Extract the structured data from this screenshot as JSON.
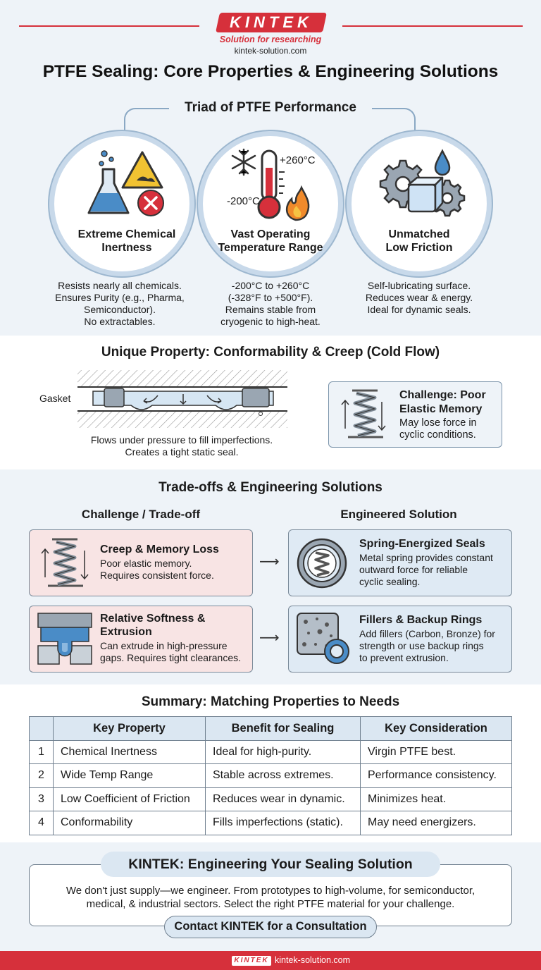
{
  "header": {
    "logo": "KINTEK",
    "tagline": "Solution for researching",
    "site": "kintek-solution.com",
    "title": "PTFE Sealing: Core Properties & Engineering Solutions",
    "accent_color": "#d6303b"
  },
  "triad": {
    "title": "Triad of PTFE Performance",
    "items": [
      {
        "icon": "flask-hazard-icon",
        "label_1": "Extreme Chemical",
        "label_2": "Inertness",
        "desc": [
          "Resists nearly all chemicals.",
          "Ensures Purity (e.g., Pharma,",
          "Semiconductor).",
          "No extractables."
        ]
      },
      {
        "icon": "thermometer-icon",
        "hot": "+260°C",
        "cold": "-200°C",
        "label_1": "Vast Operating",
        "label_2": "Temperature Range",
        "desc": [
          "-200°C to +260°C",
          "(-328°F to +500°F).",
          "Remains stable from",
          "cryogenic to high-heat."
        ]
      },
      {
        "icon": "gears-ice-icon",
        "label_1": "Unmatched",
        "label_2": "Low Friction",
        "desc": [
          "Self-lubricating surface.",
          "Reduces wear & energy.",
          "Ideal for dynamic seals."
        ]
      }
    ]
  },
  "conformability": {
    "title": "Unique Property: Conformability & Creep (Cold Flow)",
    "gasket_label": "Gasket",
    "caption_1": "Flows under pressure to fill imperfections.",
    "caption_2": "Creates a tight static seal.",
    "challenge_title_1": "Challenge: Poor",
    "challenge_title_2": "Elastic Memory",
    "challenge_text_1": "May lose force in",
    "challenge_text_2": "cyclic conditions."
  },
  "tradeoffs": {
    "title": "Trade-offs & Engineering Solutions",
    "col_left": "Challenge / Trade-off",
    "col_right": "Engineered Solution",
    "rows": [
      {
        "challenge_title": "Creep & Memory Loss",
        "challenge_text": [
          "Poor elastic memory.",
          "Requires consistent force."
        ],
        "solution_title": "Spring-Energized Seals",
        "solution_text": [
          "Metal spring provides constant",
          "outward force for reliable",
          "cyclic sealing."
        ]
      },
      {
        "challenge_title": [
          "Relative Softness &",
          "Extrusion"
        ],
        "challenge_text": [
          "Can extrude in high-pressure",
          "gaps. Requires tight clearances."
        ],
        "solution_title": "Fillers & Backup Rings",
        "solution_text": [
          "Add fillers (Carbon, Bronze) for",
          "strength or use backup rings",
          "to prevent extrusion."
        ]
      }
    ]
  },
  "summary": {
    "title": "Summary: Matching Properties to Needs",
    "headers": [
      "Key Property",
      "Benefit for Sealing",
      "Key Consideration"
    ],
    "rows": [
      [
        "1",
        "Chemical Inertness",
        "Ideal for high-purity.",
        "Virgin PTFE best."
      ],
      [
        "2",
        "Wide Temp Range",
        "Stable across extremes.",
        "Performance consistency."
      ],
      [
        "3",
        "Low Coefficient of Friction",
        "Reduces wear in dynamic.",
        "Minimizes heat."
      ],
      [
        "4",
        "Conformability",
        "Fills imperfections (static).",
        "May need energizers."
      ]
    ]
  },
  "cta": {
    "title": "KINTEK: Engineering Your Sealing Solution",
    "text_1": "We don't just supply—we engineer. From prototypes to high-volume, for semiconductor,",
    "text_2": "medical, & industrial sectors. Select the right PTFE material for your challenge.",
    "button": "Contact KINTEK for a Consultation"
  },
  "footer": {
    "logo": "KINTEK",
    "site": "kintek-solution.com"
  }
}
